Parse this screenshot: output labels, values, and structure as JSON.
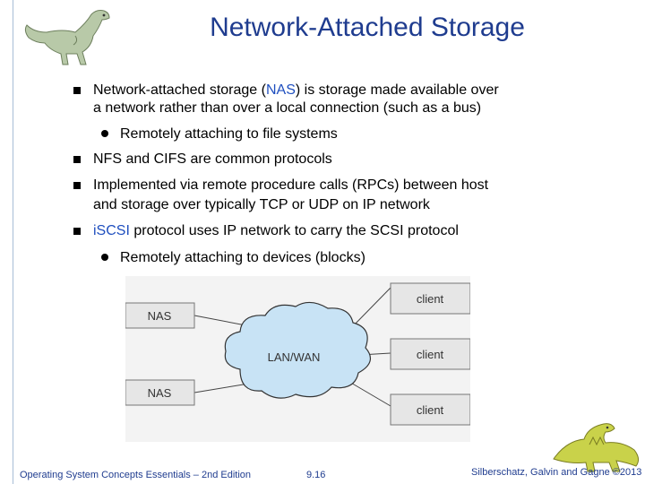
{
  "title": "Network-Attached Storage",
  "bullets": {
    "b1_line1_pre": "Network-attached storage (",
    "b1_line1_hl": "NAS",
    "b1_line1_post": ") is storage made available over",
    "b1_line2": "a network rather than over a local connection (such as a bus)",
    "b1_sub": "Remotely attaching to file systems",
    "b2": "NFS and CIFS are common protocols",
    "b3_line1": "Implemented via remote procedure calls (RPCs) between host",
    "b3_line2": "and storage over typically TCP or UDP on IP network",
    "b4_hl": "iSCSI",
    "b4_post": " protocol uses IP network to carry the SCSI protocol",
    "b4_sub": "Remotely attaching to devices (blocks)"
  },
  "diagram": {
    "nas_top": "NAS",
    "nas_bottom": "NAS",
    "cloud": "LAN/WAN",
    "client1": "client",
    "client2": "client",
    "client3": "client"
  },
  "footer": {
    "left": "Operating System Concepts Essentials – 2nd Edition",
    "page": "9.16",
    "right": "Silberschatz, Galvin and Gagne ©2013"
  },
  "colors": {
    "title": "#1f3c8f",
    "highlight": "#1f4fbf",
    "cloud_fill": "#c8e3f5",
    "box_fill": "#e6e6e6"
  }
}
